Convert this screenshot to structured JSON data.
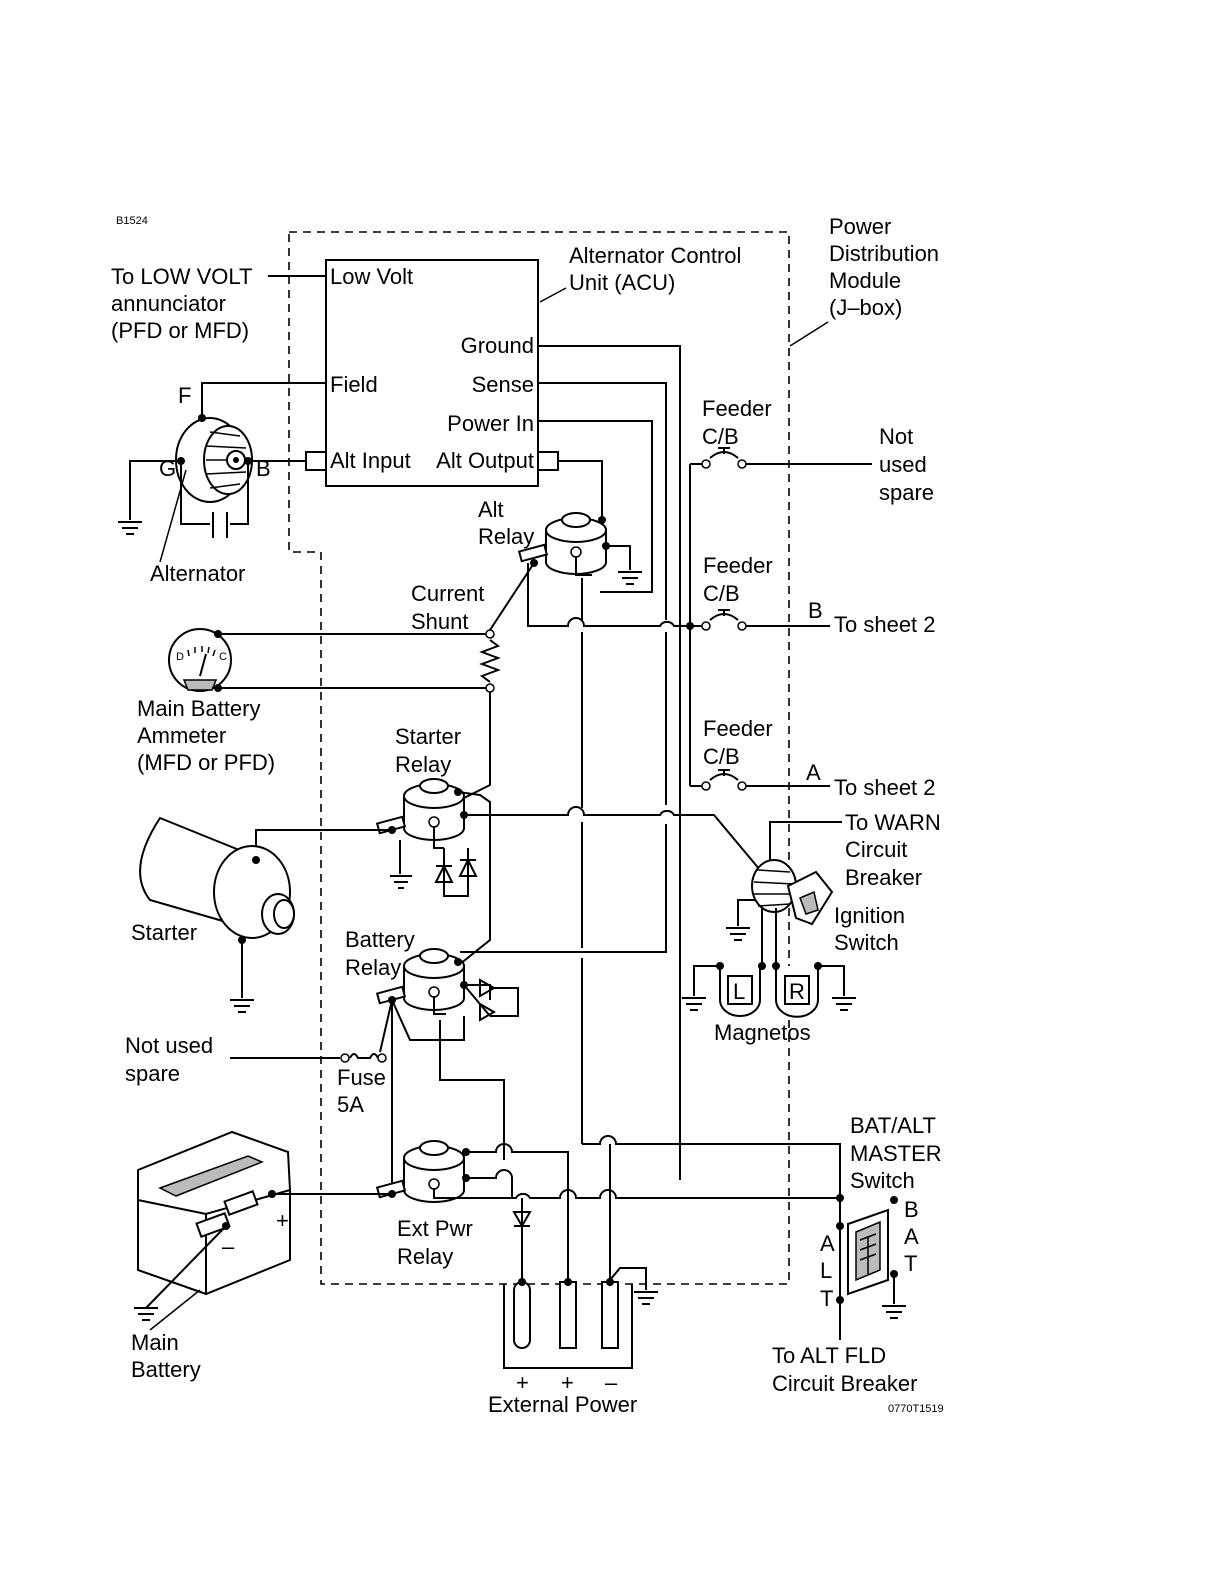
{
  "labels": {
    "drawing_id_top": "B1524",
    "drawing_id_bottom": "0770T1519",
    "pdm": [
      "Power",
      "Distribution",
      "Module",
      "(J–box)"
    ],
    "acu": [
      "Alternator Control",
      "Unit (ACU)"
    ],
    "acu_pins": {
      "low_volt": "Low Volt",
      "field": "Field",
      "alt_input": "Alt Input",
      "ground": "Ground",
      "sense": "Sense",
      "power_in": "Power In",
      "alt_output": "Alt Output"
    },
    "low_volt_annunciator": [
      "To LOW VOLT",
      "annunciator",
      "(PFD or MFD)"
    ],
    "alternator": {
      "name": "Alternator",
      "f": "F",
      "g": "G",
      "b": "B"
    },
    "alt_relay": [
      "Alt",
      "Relay"
    ],
    "current_shunt": [
      "Current",
      "Shunt"
    ],
    "ammeter": {
      "name": [
        "Main Battery",
        "Ammeter",
        "(MFD or PFD)"
      ],
      "face_d": "D",
      "face_c": "C"
    },
    "starter_relay": [
      "Starter",
      "Relay"
    ],
    "starter": "Starter",
    "battery_relay": [
      "Battery",
      "Relay"
    ],
    "not_used_spare_left": [
      "Not used",
      "spare"
    ],
    "fuse": [
      "Fuse",
      "5A"
    ],
    "main_battery": {
      "name": [
        "Main",
        "Battery"
      ],
      "plus": "+",
      "minus": "–"
    },
    "ext_pwr_relay": [
      "Ext Pwr",
      "Relay"
    ],
    "external_power": {
      "name": "External Power",
      "plus1": "+",
      "plus2": "+",
      "minus": "–"
    },
    "feeder_1": [
      "Feeder",
      "C/B"
    ],
    "feeder_2": [
      "Feeder",
      "C/B"
    ],
    "feeder_3": [
      "Feeder",
      "C/B"
    ],
    "not_used_spare_right": [
      "Not",
      "used",
      "spare"
    ],
    "to_sheet_2_b": {
      "letter": "B",
      "text": "To sheet 2"
    },
    "to_sheet_2_a": {
      "letter": "A",
      "text": "To sheet 2"
    },
    "to_warn": [
      "To WARN",
      "Circuit",
      "Breaker"
    ],
    "ignition_switch": [
      "Ignition",
      "Switch"
    ],
    "magnetos": {
      "name": "Magnetos",
      "left": "L",
      "right": "R"
    },
    "master_switch": {
      "name": [
        "BAT/ALT",
        "MASTER",
        "Switch"
      ],
      "bat": [
        "B",
        "A",
        "T"
      ],
      "alt": [
        "A",
        "L",
        "T"
      ]
    },
    "to_alt_fld": [
      "To ALT FLD",
      "Circuit Breaker"
    ]
  }
}
